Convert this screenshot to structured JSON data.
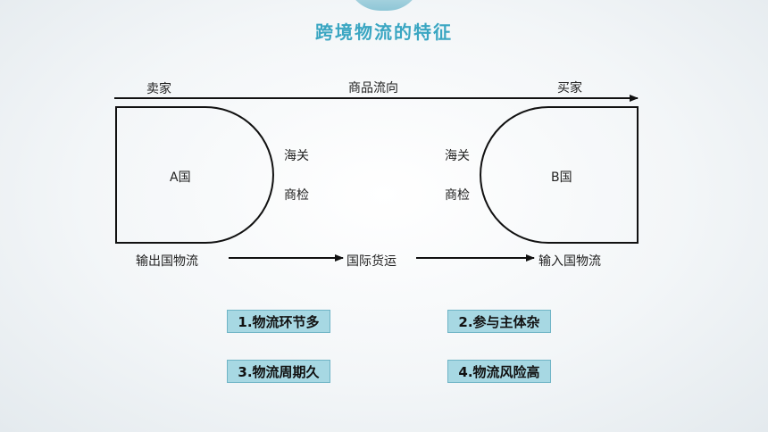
{
  "title": "跨境物流的特征",
  "diagram": {
    "seller": "卖家",
    "flow": "商品流向",
    "buyer": "买家",
    "country_a": "A国",
    "country_b": "B国",
    "customs_a": "海关",
    "inspection_a": "商检",
    "customs_b": "海关",
    "inspection_b": "商检",
    "export_logistics": "输出国物流",
    "intl_freight": "国际货运",
    "import_logistics": "输入国物流"
  },
  "features": [
    "1.物流环节多",
    "2.参与主体杂",
    "3.物流周期久",
    "4.物流风险高"
  ],
  "colors": {
    "title": "#3aa6c2",
    "tag_fill": "#a7d8e3",
    "tag_border": "#6fb4c6"
  }
}
